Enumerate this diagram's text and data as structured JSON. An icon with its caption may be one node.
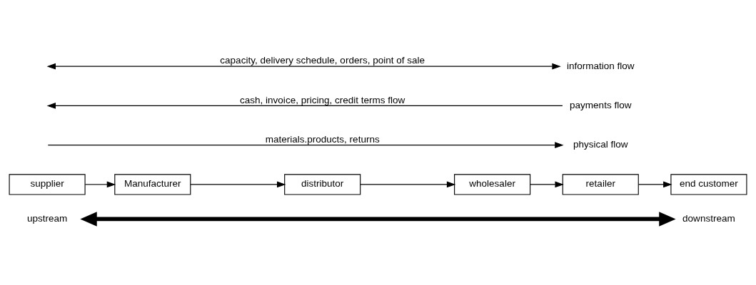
{
  "diagram": {
    "nodes": [
      {
        "text": [
          "upstream"
        ]
      },
      {
        "text": [
          "downstream"
        ]
      },
      {
        "text": [
          "supplier"
        ]
      },
      {
        "text": [
          "Manufacturer"
        ]
      },
      {
        "text": [
          "distributor"
        ]
      },
      {
        "text": [
          "wholesaler"
        ]
      },
      {
        "text": [
          "retailer"
        ]
      },
      {
        "text": [
          "end customer"
        ]
      },
      {
        "text": [
          "physical flow"
        ]
      },
      {
        "text": [
          "payments flow"
        ]
      },
      {
        "text": [
          "information flow"
        ]
      }
    ],
    "edges": [
      {
        "from": 0,
        "to": 1,
        "arrow": "both",
        "style": "thick"
      },
      {
        "from": 2,
        "to": 3,
        "arrow": "to"
      },
      {
        "from": 3,
        "to": 4,
        "arrow": "to"
      },
      {
        "from": 4,
        "to": 5,
        "arrow": "to"
      },
      {
        "from": 5,
        "to": 6,
        "arrow": "to"
      },
      {
        "from": 6,
        "to": 7,
        "arrow": "to"
      },
      {
        "from": null,
        "to": 8,
        "arrow": "to",
        "label": "materials.products, returns"
      },
      {
        "from": 9,
        "to": null,
        "arrow": "to",
        "label": "cash, invoice, pricing, credit terms flow"
      },
      {
        "from": null,
        "to": 10,
        "arrow": "both",
        "label": "capacity, delivery schedule, orders, point of sale"
      }
    ]
  }
}
